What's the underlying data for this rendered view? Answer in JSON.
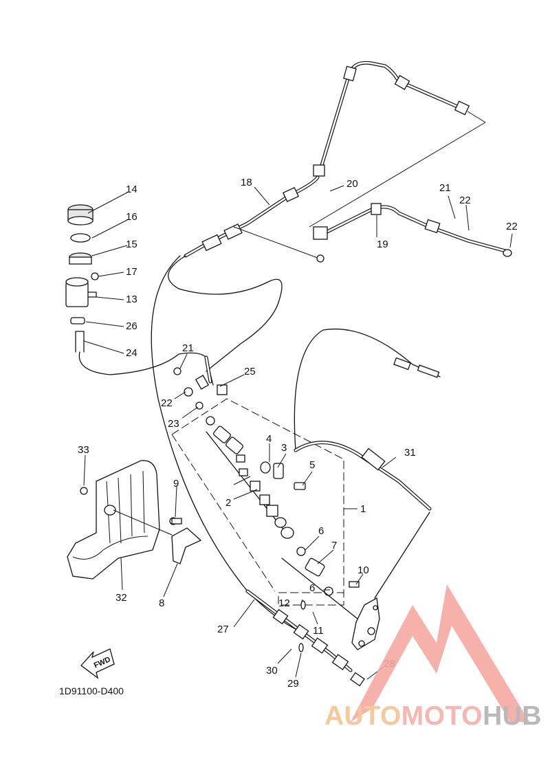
{
  "diagram": {
    "drawing_code": "1D91100-D400",
    "fwd_label": "FWD",
    "callouts": {
      "c1": "1",
      "c2": "2",
      "c3": "3",
      "c4": "4",
      "c5": "5",
      "c6a": "6",
      "c6b": "6",
      "c7": "7",
      "c8": "8",
      "c9": "9",
      "c10": "10",
      "c11": "11",
      "c12": "12",
      "c13": "13",
      "c14": "14",
      "c15": "15",
      "c16": "16",
      "c17": "17",
      "c18": "18",
      "c19": "19",
      "c20": "20",
      "c21a": "21",
      "c21b": "21",
      "c22a": "22",
      "c22b": "22",
      "c22c": "22",
      "c23": "23",
      "c24": "24",
      "c25": "25",
      "c26": "26",
      "c27": "27",
      "c28": "28",
      "c29": "29",
      "c30": "30",
      "c31": "31",
      "c32": "32",
      "c33": "33"
    }
  },
  "watermark": {
    "part1": "AUTO",
    "part2": "MOTO",
    "part3": "HUB",
    "colors": {
      "auto": "#f7c89a",
      "moto": "#f7b6b0",
      "hub": "#b9b9b9",
      "triangle": "#f6a8a2"
    }
  }
}
